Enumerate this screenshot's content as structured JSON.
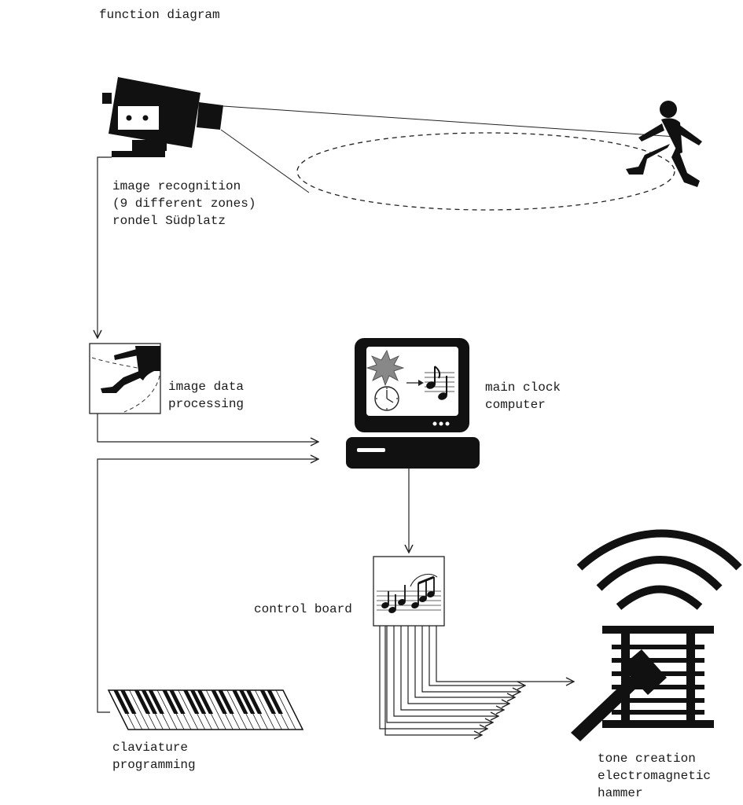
{
  "title": "function diagram",
  "labels": {
    "image_recognition": [
      "image recognition",
      "(9 different zones)",
      "rondel Südplatz"
    ],
    "image_data_processing": [
      "image data",
      "processing"
    ],
    "main_clock_computer": [
      "main clock",
      "computer"
    ],
    "control_board": [
      "control board"
    ],
    "claviature_programming": [
      "claviature",
      "programming"
    ],
    "tone_creation": [
      "tone creation",
      "electromagnetic",
      "hammer"
    ]
  },
  "icons": {
    "camera": "video-camera-icon",
    "person": "running-person-icon",
    "detection_zone": "dashed-ellipse-zone",
    "processing": "person-thumbnail-icon",
    "computer": "computer-icon",
    "control_board": "music-notes-board-icon",
    "keyboard": "piano-keyboard-icon",
    "hammer": "electromagnetic-hammer-icon"
  },
  "colors": {
    "ink": "#111111",
    "line": "#222222",
    "text": "#1a1a1a",
    "background": "#ffffff"
  }
}
